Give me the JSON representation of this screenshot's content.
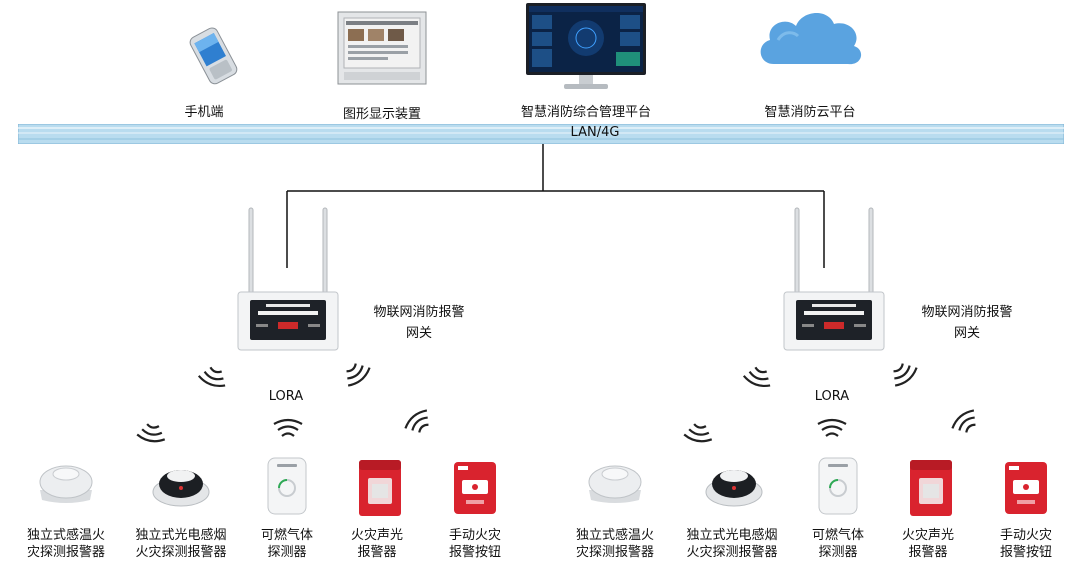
{
  "top_devices": [
    {
      "label": "手机端",
      "icon": "mobile-phone-icon"
    },
    {
      "label": "图形显示装置",
      "icon": "display-terminal-icon"
    },
    {
      "label": "智慧消防综合管理平台",
      "icon": "monitor-platform-icon"
    },
    {
      "label": "智慧消防云平台",
      "icon": "cloud-icon"
    }
  ],
  "network_bar": {
    "label": "LAN/4G"
  },
  "gateways": [
    {
      "label_line1": "物联网消防报警",
      "label_line2": "网关",
      "protocol": "LORA"
    },
    {
      "label_line1": "物联网消防报警",
      "label_line2": "网关",
      "protocol": "LORA"
    }
  ],
  "detectors_left": [
    {
      "line1": "独立式感温火",
      "line2": "灾探测报警器",
      "icon": "heat-detector-icon"
    },
    {
      "line1": "独立式光电感烟",
      "line2": "火灾探测报警器",
      "icon": "smoke-detector-icon"
    },
    {
      "line1": "可燃气体",
      "line2": "探测器",
      "icon": "gas-detector-icon"
    },
    {
      "line1": "火灾声光",
      "line2": "报警器",
      "icon": "sound-light-alarm-icon"
    },
    {
      "line1": "手动火灾",
      "line2": "报警按钮",
      "icon": "manual-call-point-icon"
    }
  ],
  "detectors_right": [
    {
      "line1": "独立式感温火",
      "line2": "灾探测报警器",
      "icon": "heat-detector-icon"
    },
    {
      "line1": "独立式光电感烟",
      "line2": "火灾探测报警器",
      "icon": "smoke-detector-icon"
    },
    {
      "line1": "可燃气体",
      "line2": "探测器",
      "icon": "gas-detector-icon"
    },
    {
      "line1": "火灾声光",
      "line2": "报警器",
      "icon": "sound-light-alarm-icon"
    },
    {
      "line1": "手动火灾",
      "line2": "报警按钮",
      "icon": "manual-call-point-icon"
    }
  ],
  "colors": {
    "bar": "#b9dcef",
    "bar_border": "#7fb4d4",
    "cloud": "#5aa3e0",
    "alarm_red": "#d9232e",
    "line": "#111111"
  }
}
